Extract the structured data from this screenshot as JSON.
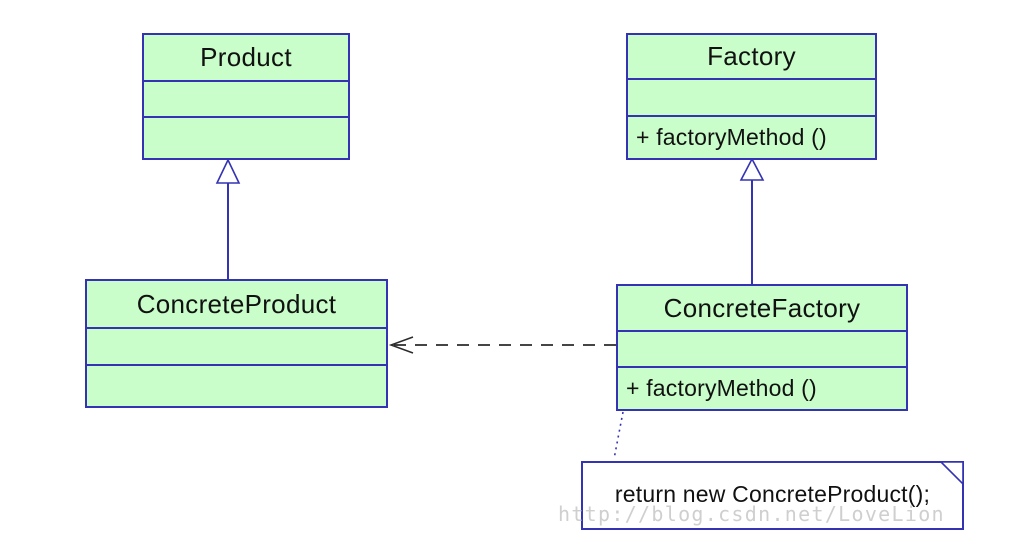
{
  "colors": {
    "class_fill": "#c9fdc9",
    "class_border": "#3333b3",
    "connector_blue": "#3333b3",
    "dependency_black": "#2b2b2b",
    "note_fill": "#ffffff",
    "note_border": "#3333b3",
    "text": "#111111",
    "watermark": "#cfcfcf",
    "background": "#ffffff"
  },
  "classes": {
    "product": {
      "name": "Product",
      "attributes": "",
      "operations": ""
    },
    "factory": {
      "name": "Factory",
      "attributes": "",
      "operations": "+ factoryMethod ()"
    },
    "concrete_product": {
      "name": "ConcreteProduct",
      "attributes": "",
      "operations": ""
    },
    "concrete_factory": {
      "name": "ConcreteFactory",
      "attributes": "",
      "operations": "+ factoryMethod ()"
    }
  },
  "note": {
    "text": "return new ConcreteProduct();"
  },
  "watermark": {
    "text": "http://blog.csdn.net/LoveLion"
  },
  "relationships": [
    {
      "type": "generalization",
      "from": "ConcreteProduct",
      "to": "Product"
    },
    {
      "type": "generalization",
      "from": "ConcreteFactory",
      "to": "Factory"
    },
    {
      "type": "dependency",
      "from": "ConcreteFactory",
      "to": "ConcreteProduct"
    },
    {
      "type": "note_anchor",
      "from": "note",
      "to": "ConcreteFactory"
    }
  ]
}
